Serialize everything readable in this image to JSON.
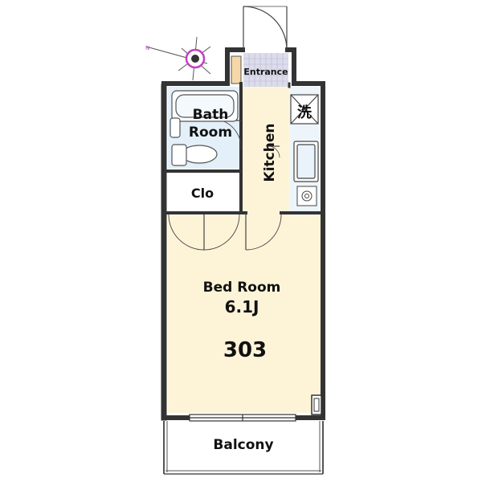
{
  "labels": {
    "entrance": "Entrance",
    "bath": "Bath",
    "room": "Room",
    "kitchen": "Kitchen",
    "laundry_symbol": "洗",
    "closet": "Clo",
    "bedroom": "Bed Room",
    "bedroom_size": "6.1J",
    "unit_number": "303",
    "balcony": "Balcony"
  },
  "colors": {
    "floor_cream": "#FDF4D8",
    "wet_area_blue": "#E3F0FA",
    "entrance_tile": "#DCDCEC",
    "wall": "#333333",
    "compass_accent": "#C040C0"
  }
}
